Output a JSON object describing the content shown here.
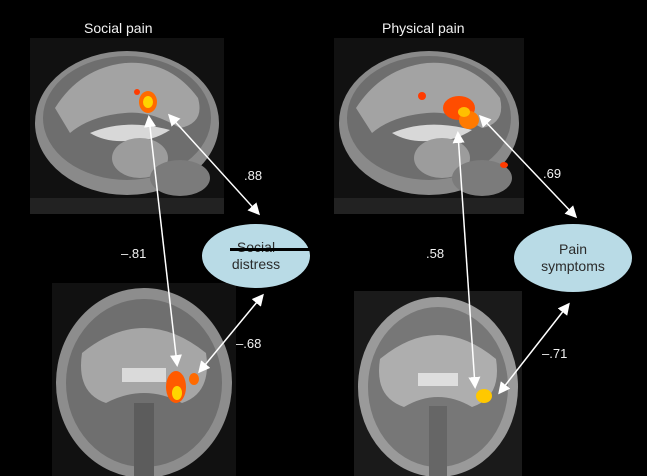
{
  "headings": {
    "social": "Social pain",
    "physical": "Physical pain"
  },
  "nodes": {
    "social_distress": {
      "line1": "Social",
      "line2": "distress"
    },
    "pain_symptoms": {
      "line1": "Pain",
      "line2": "symptoms"
    }
  },
  "coefficients": {
    "social_top": ".88",
    "social_vertical": "–.81",
    "social_bottom": "–.68",
    "physical_top": ".69",
    "physical_vertical": ".58",
    "physical_bottom": "–.71"
  },
  "colors": {
    "background": "#000000",
    "ellipse": "#b9dbe6",
    "activation": "#ff7a00"
  }
}
